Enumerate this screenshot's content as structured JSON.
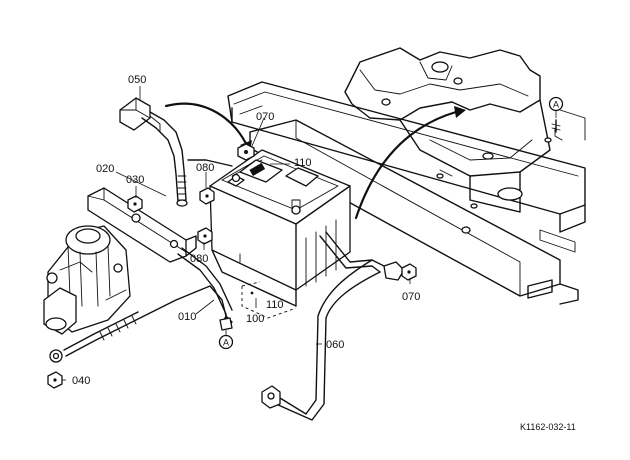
{
  "labels": {
    "p050": "050",
    "p070a": "070",
    "p110a": "110",
    "p020": "020",
    "p030": "030",
    "p080a": "080",
    "p080b": "080",
    "p070b": "070",
    "p110b": "110",
    "p100": "100",
    "p010": "010",
    "p060": "060",
    "p040": "040"
  },
  "connector_marks": {
    "a_top": "A",
    "a_bottom": "A"
  },
  "figure_code": "K1162-032-11"
}
